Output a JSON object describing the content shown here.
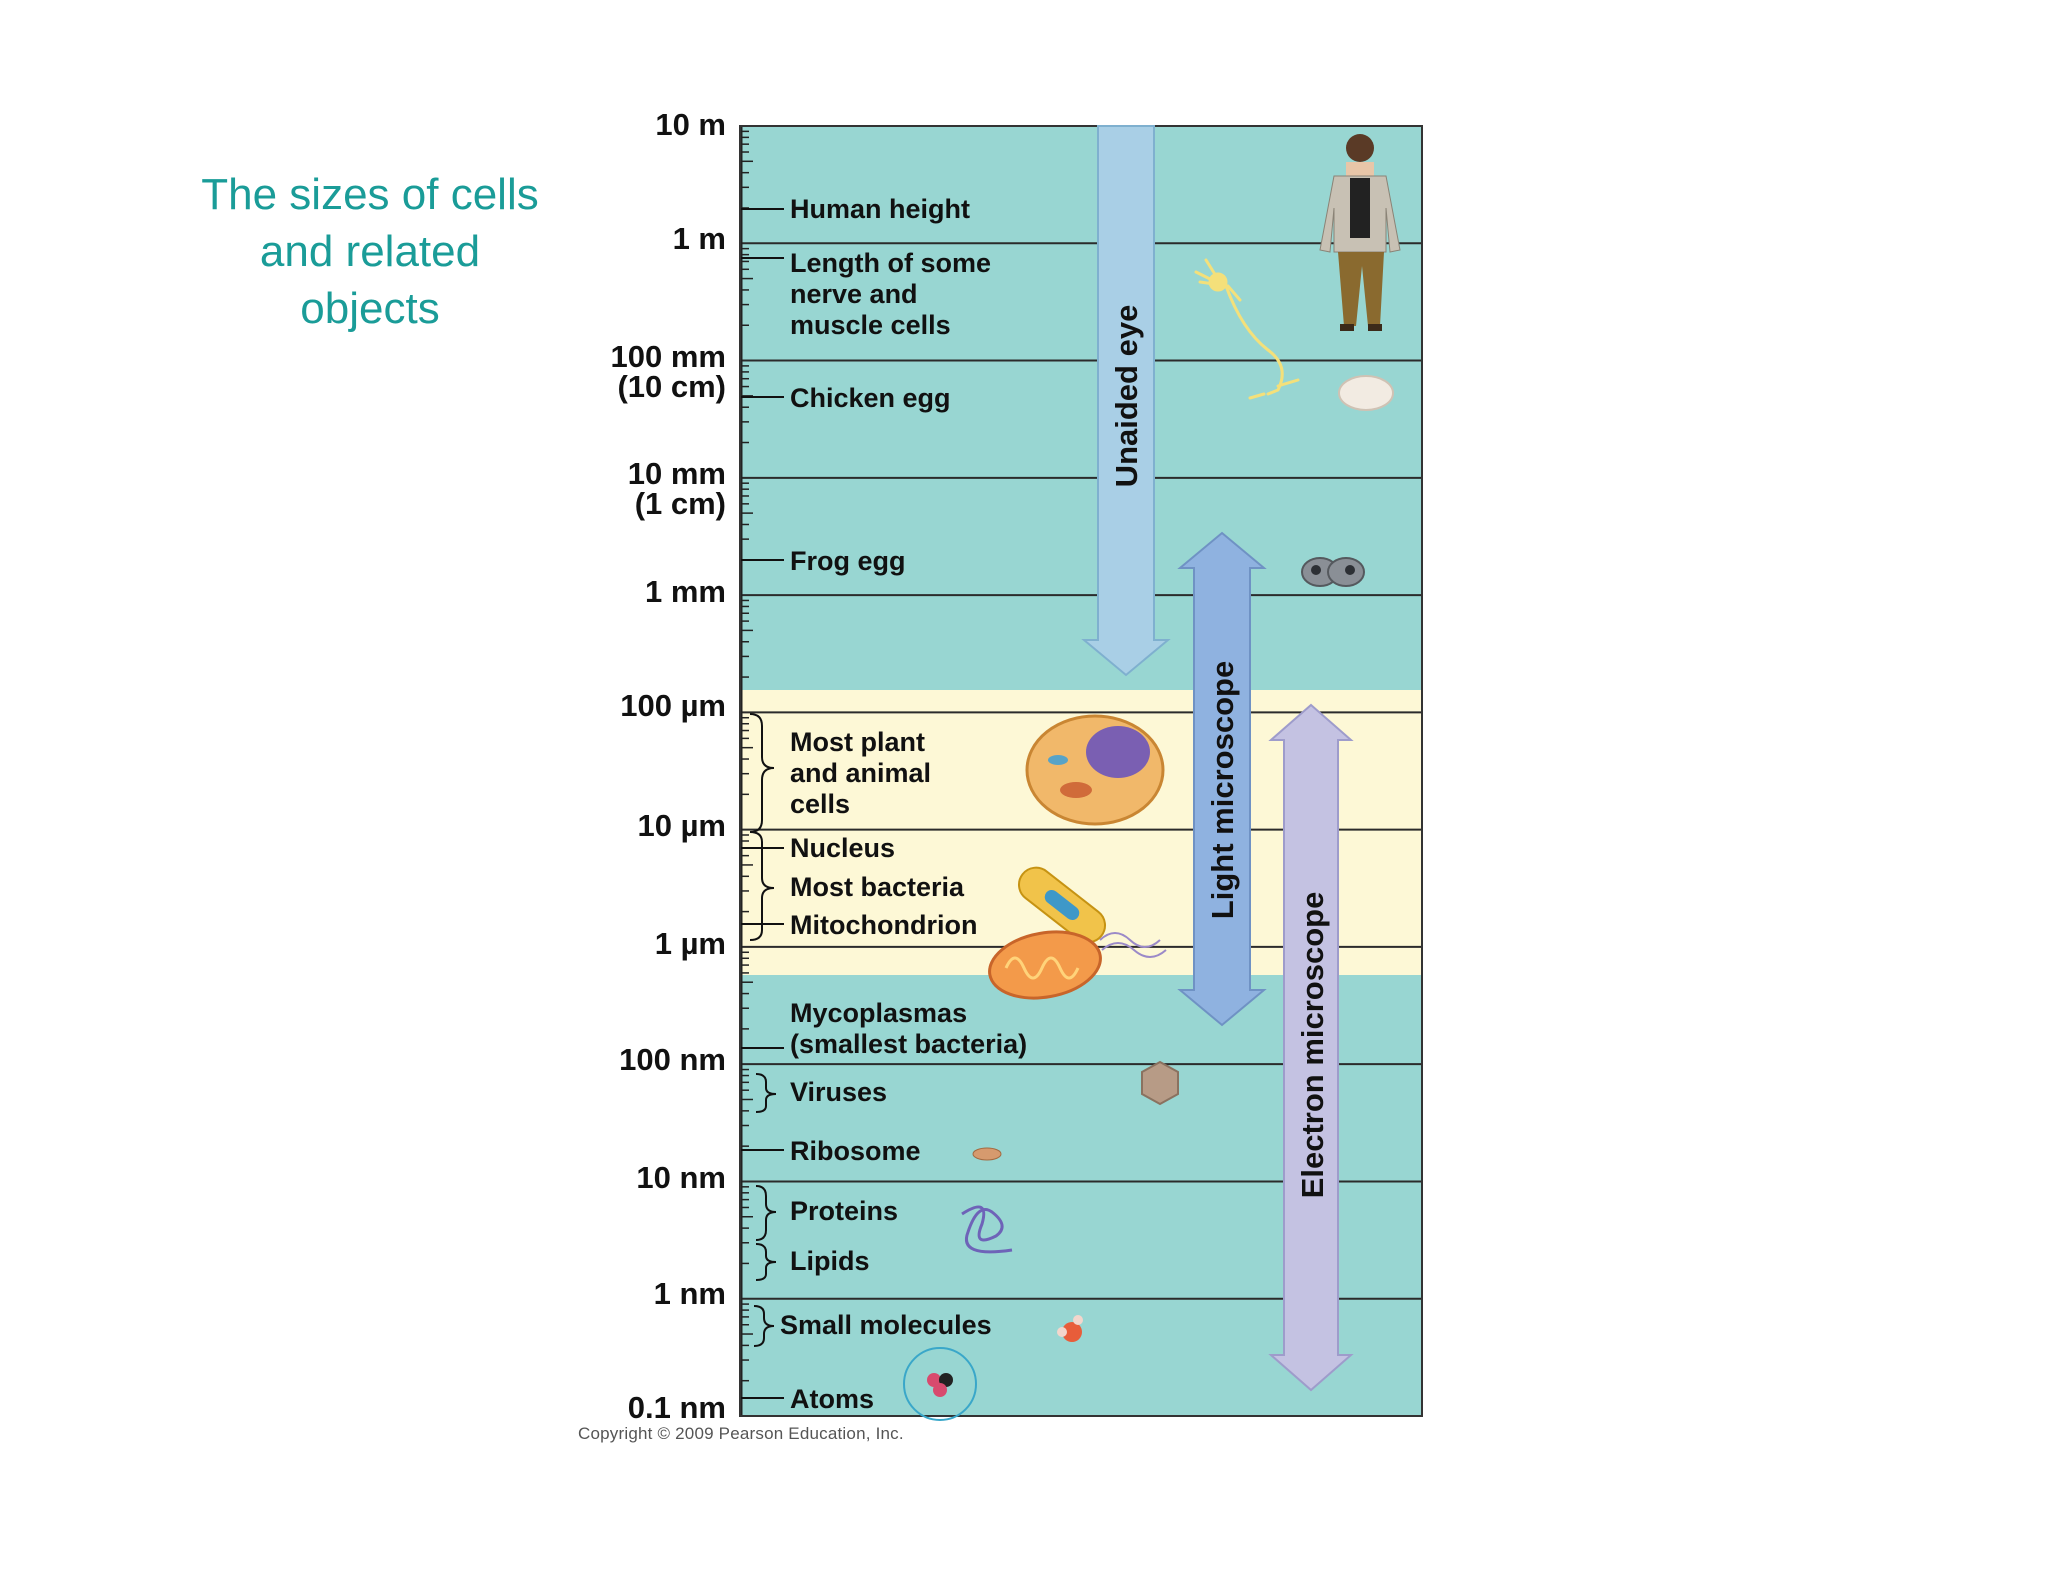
{
  "title": {
    "lines": [
      "The sizes of cells",
      "and related",
      "objects"
    ]
  },
  "copyright": "Copyright © 2009 Pearson Education, Inc.",
  "scale": [
    {
      "label": "10 m"
    },
    {
      "label": "1 m"
    },
    {
      "label": "100 mm",
      "sub": "(10 cm)"
    },
    {
      "label": "10 mm",
      "sub": "(1 cm)"
    },
    {
      "label": "1 mm"
    },
    {
      "label": "100 µm"
    },
    {
      "label": "10 µm"
    },
    {
      "label": "1 µm"
    },
    {
      "label": "100 nm"
    },
    {
      "label": "10 nm"
    },
    {
      "label": "1 nm"
    },
    {
      "label": "0.1 nm"
    }
  ],
  "items": [
    {
      "lines": [
        "Human height"
      ]
    },
    {
      "lines": [
        "Length of some",
        "nerve and",
        "muscle cells"
      ]
    },
    {
      "lines": [
        "Chicken egg"
      ]
    },
    {
      "lines": [
        "Frog egg"
      ]
    },
    {
      "lines": [
        "Most plant",
        "and animal",
        "cells"
      ]
    },
    {
      "lines": [
        "Nucleus"
      ]
    },
    {
      "lines": [
        "Most bacteria"
      ]
    },
    {
      "lines": [
        "Mitochondrion"
      ]
    },
    {
      "lines": [
        "Mycoplasmas",
        "(smallest bacteria)"
      ]
    },
    {
      "lines": [
        "Viruses"
      ]
    },
    {
      "lines": [
        "Ribosome"
      ]
    },
    {
      "lines": [
        "Proteins"
      ]
    },
    {
      "lines": [
        "Lipids"
      ]
    },
    {
      "lines": [
        "Small molecules"
      ]
    },
    {
      "lines": [
        "Atoms"
      ]
    }
  ],
  "ranges": [
    {
      "label": "Unaided eye",
      "color": "#a9cfe6"
    },
    {
      "label": "Light microscope",
      "color": "#8fb2e0"
    },
    {
      "label": "Electron microscope",
      "color": "#c4c2e2"
    }
  ],
  "colors": {
    "panel": "#98d6d2",
    "light_band": "#fdf8d6",
    "title": "#1a9c98"
  }
}
